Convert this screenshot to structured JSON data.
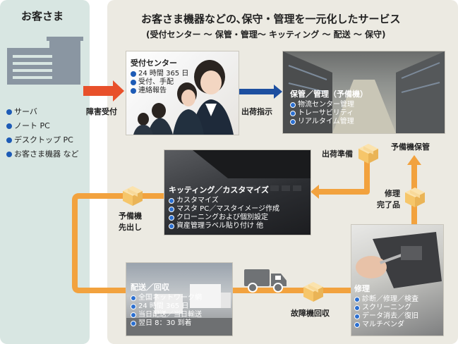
{
  "customer": {
    "title": "お客さま",
    "items": [
      "サーバ",
      "ノート PC",
      "デスクトップ PC",
      "お客さま機器 など"
    ]
  },
  "header": {
    "title": "お客さま機器などの､保守・管理を一元化したサービス",
    "subtitle": "(受付センター 〜 保管・管理〜 キッティング 〜 配送 〜 保守)"
  },
  "reception": {
    "title": "受付センター",
    "items": [
      "24 時間 365 日",
      "受付、手配",
      "連絡報告"
    ]
  },
  "storage": {
    "title": "保管／管理（予備機）",
    "items": [
      "物流センター管理",
      "トレーサビリティ",
      "リアルタイム管理"
    ]
  },
  "kitting": {
    "title": "キッティング／カスタマイズ",
    "items": [
      "カスタマイズ",
      "マスタ PC／マスタイメージ作成",
      "クローニングおよび個別設定",
      "資産管理ラベル貼り付け 他"
    ]
  },
  "delivery": {
    "title": "配送／回収",
    "items": [
      "全国ネットワーク網",
      "24 時間 365 日",
      "当日配送／当日輸送",
      "翌日 8：30 到着"
    ]
  },
  "repair": {
    "title": "修理",
    "items": [
      "診断／修理／検査",
      "スクリーニング",
      "データ消去／復旧",
      "マルチベンダ"
    ]
  },
  "flow_labels": {
    "failure": "障害受付",
    "ship_order": "出荷指示",
    "ship_prep": "出荷準備",
    "spare_storage": "予備機保管",
    "repair_done_1": "修理",
    "repair_done_2": "完了品",
    "spare_out_1": "予備機",
    "spare_out_2": "先出し",
    "collect": "故障機回収"
  },
  "colors": {
    "orange": "#f2a23e",
    "red_arrow": "#e8502a",
    "blue_arrow": "#1d4fa0",
    "bullet": "#1d5bb6",
    "box": "#f6c66a"
  }
}
